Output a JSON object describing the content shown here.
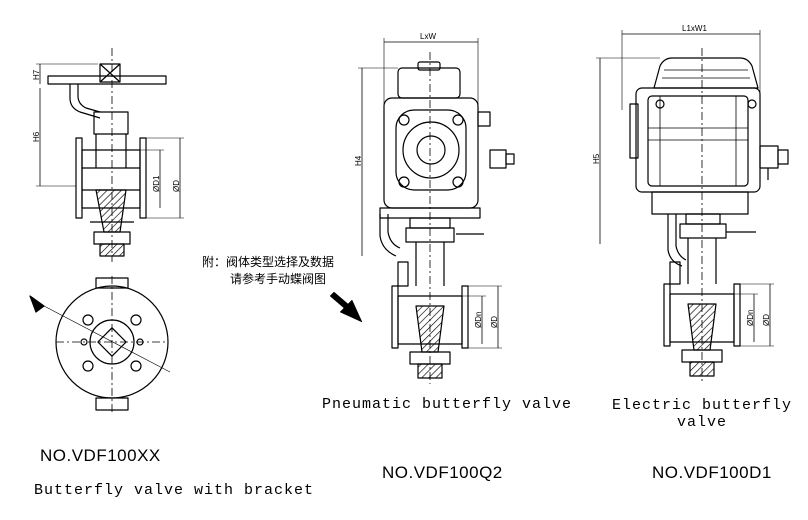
{
  "note": {
    "line1": "附：阀体类型选择及数据",
    "line2": "请参考手动蝶阀图"
  },
  "valves": [
    {
      "model": "NO.VDF100XX",
      "title": "Butterfly  valve  with bracket",
      "dims": {
        "h7": "H7",
        "h6": "H6",
        "d1": "ØD1",
        "d": "ØD"
      }
    },
    {
      "model": "NO.VDF100Q2",
      "title": "Pneumatic  butterfly  valve",
      "dims": {
        "lxw": "LxW",
        "h4": "H4",
        "dn": "ØDn",
        "d": "ØD"
      }
    },
    {
      "model": "NO.VDF100D1",
      "title_line1": "Electric butterfly",
      "title_line2": "valve",
      "dims": {
        "l1xw1": "L1xW1",
        "h5": "H5",
        "dn": "ØDn",
        "d": "ØD"
      }
    }
  ],
  "colors": {
    "line": "#000000",
    "background": "#ffffff"
  }
}
